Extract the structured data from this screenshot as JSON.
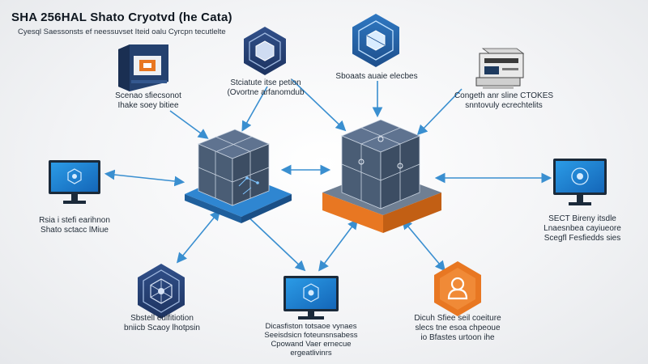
{
  "header": {
    "title": "SHA 256HAL Shato Cryotvd (he Cata)",
    "subtitle": "Cyesql Saessonsts ef neessuvset Iteid oalu Cyrcpn tecutlelte"
  },
  "nodes": {
    "top_left_server": {
      "line1": "Scenao sfiecsonot",
      "line2": "Ihake soey bitiee"
    },
    "top_center_hex": {
      "line1": "Stciatute itse petion",
      "line2": "(Ovortne arfanomdub"
    },
    "top_right_hex": {
      "line1": "Sboaats auaie elecbes"
    },
    "top_right_printer": {
      "line1": "Congeth anr sline CTOKES",
      "line2": "snntovuly ecrechtelits"
    },
    "left_monitor": {
      "line1": "Rsia i stefi earihnon",
      "line2": "Shato sctacc lMiue"
    },
    "right_monitor": {
      "line1": "SECT Bireny itsdle",
      "line2": "Lnaesnbea cayiueore",
      "line3": "Scegfl Fesfiedds sies"
    },
    "bottom_left_hex": {
      "line1": "Sbstell eulfitiotion",
      "line2": "bniicb Scaoy lhotpsin"
    },
    "bottom_center_monitor": {
      "line1": "Dicasfiston totsaoe vynaes",
      "line2": "Seeisdsicn foteunsnsabess",
      "line3": "Cpowand Vaer ernecue",
      "line4": "ergeatlivinrs"
    },
    "bottom_right_hex": {
      "line1": "Dicuh Sfiee seil coeiture",
      "line2": "slecs tne esoa chpeoue",
      "line3": "io Bfastes urtoon ihe"
    }
  },
  "colors": {
    "navy": "#1e3a5f",
    "blue_accent": "#2f7fc1",
    "screen_blue": "#1f86d6",
    "orange": "#e87722",
    "cube_dark": "#4a5d75",
    "arrow": "#3a8fd0"
  },
  "icons": {
    "top_left_server": "server-icon",
    "top_center_hex": "cube-hex-icon",
    "top_right_hex": "cube-hex-icon",
    "top_right_printer": "printer-icon",
    "left_monitor": "monitor-icon",
    "right_monitor": "monitor-icon",
    "bottom_left_hex": "network-hex-icon",
    "bottom_center_monitor": "monitor-icon",
    "bottom_right_hex": "user-hex-icon",
    "left_cube": "blockchain-cube-icon",
    "right_cube": "blockchain-cube-icon"
  }
}
